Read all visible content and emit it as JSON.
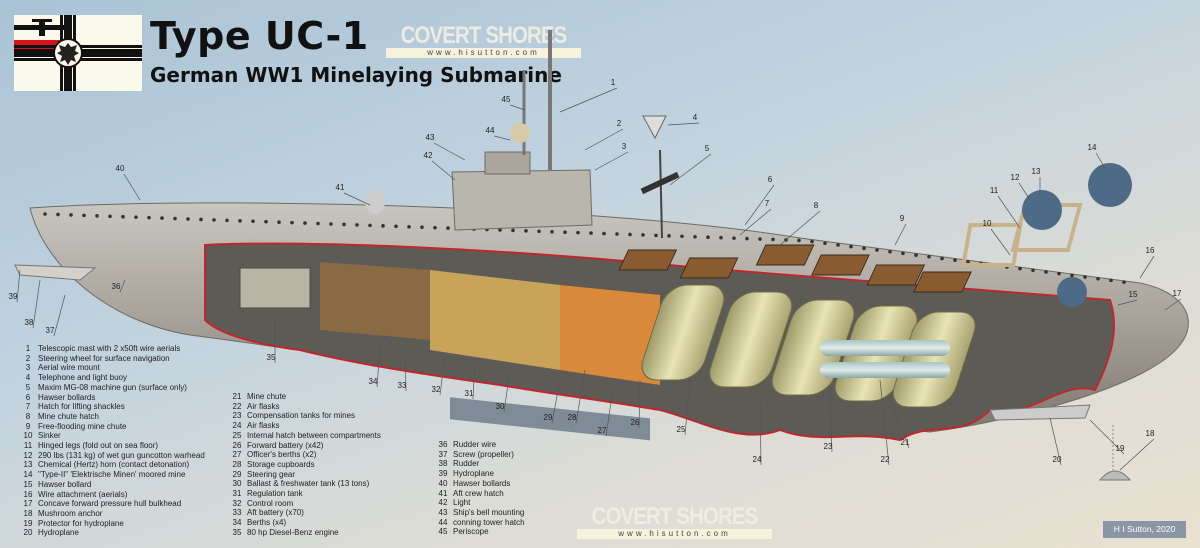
{
  "header": {
    "title": "Type UC-1",
    "subtitle": "German WW1 Minelaying Submarine"
  },
  "watermark": {
    "brand": "COVERT SHORES",
    "url": "www.hisutton.com"
  },
  "credit": "H I Sutton, 2020",
  "colors": {
    "hull": "#a7a39b",
    "cutaway_outline": "#c0272d",
    "mines": "#d8d3a0",
    "flag_red": "#d7141a"
  },
  "legend": [
    {
      "n": "1",
      "label": "Telescopic mast with 2 x50ft wire aerials"
    },
    {
      "n": "2",
      "label": "Steering wheel for surface navigation"
    },
    {
      "n": "3",
      "label": "Aerial wire mount"
    },
    {
      "n": "4",
      "label": "Telephone and light buoy"
    },
    {
      "n": "5",
      "label": "Maxim MG-08 machine gun (surface only)"
    },
    {
      "n": "6",
      "label": "Hawser bollards"
    },
    {
      "n": "7",
      "label": "Hatch for lifting shackles"
    },
    {
      "n": "8",
      "label": "Mine chute hatch"
    },
    {
      "n": "9",
      "label": "Free-flooding mine chute"
    },
    {
      "n": "10",
      "label": "Sinker"
    },
    {
      "n": "11",
      "label": "Hinged legs (fold out on sea floor)"
    },
    {
      "n": "12",
      "label": "290 lbs (131 kg) of wet gun guncotton warhead"
    },
    {
      "n": "13",
      "label": "Chemical (Hertz) horn (contact detonation)"
    },
    {
      "n": "14",
      "label": "\"Type-II\" 'Elektrische Minen' moored mine"
    },
    {
      "n": "15",
      "label": "Hawser bollard"
    },
    {
      "n": "16",
      "label": "Wire attachment (aerials)"
    },
    {
      "n": "17",
      "label": "Concave forward pressure hull bulkhead"
    },
    {
      "n": "18",
      "label": "Mushroom anchor"
    },
    {
      "n": "19",
      "label": "Protector for hydroplane"
    },
    {
      "n": "20",
      "label": "Hydroplane"
    },
    {
      "n": "21",
      "label": "Mine chute"
    },
    {
      "n": "22",
      "label": "Air flasks"
    },
    {
      "n": "23",
      "label": "Compensation tanks for mines"
    },
    {
      "n": "24",
      "label": "Air flasks"
    },
    {
      "n": "25",
      "label": "Internal hatch between compartments"
    },
    {
      "n": "26",
      "label": "Forward battery (x42)"
    },
    {
      "n": "27",
      "label": "Officer's berths (x2)"
    },
    {
      "n": "28",
      "label": "Storage cupboards"
    },
    {
      "n": "29",
      "label": "Steering gear"
    },
    {
      "n": "30",
      "label": "Ballast & freshwater tank (13 tons)"
    },
    {
      "n": "31",
      "label": "Regulation tank"
    },
    {
      "n": "32",
      "label": "Control room"
    },
    {
      "n": "33",
      "label": "Aft battery (x70)"
    },
    {
      "n": "34",
      "label": "Berths (x4)"
    },
    {
      "n": "35",
      "label": "80 hp Diesel-Benz engine"
    },
    {
      "n": "36",
      "label": "Rudder wire"
    },
    {
      "n": "37",
      "label": "Screw (propeller)"
    },
    {
      "n": "38",
      "label": "Rudder"
    },
    {
      "n": "39",
      "label": "Hydroplane"
    },
    {
      "n": "40",
      "label": "Hawser bollards"
    },
    {
      "n": "41",
      "label": "Aft crew hatch"
    },
    {
      "n": "42",
      "label": "Light"
    },
    {
      "n": "43",
      "label": "Ship's bell mounting"
    },
    {
      "n": "44",
      "label": "conning tower hatch"
    },
    {
      "n": "45",
      "label": "Periscope"
    }
  ]
}
